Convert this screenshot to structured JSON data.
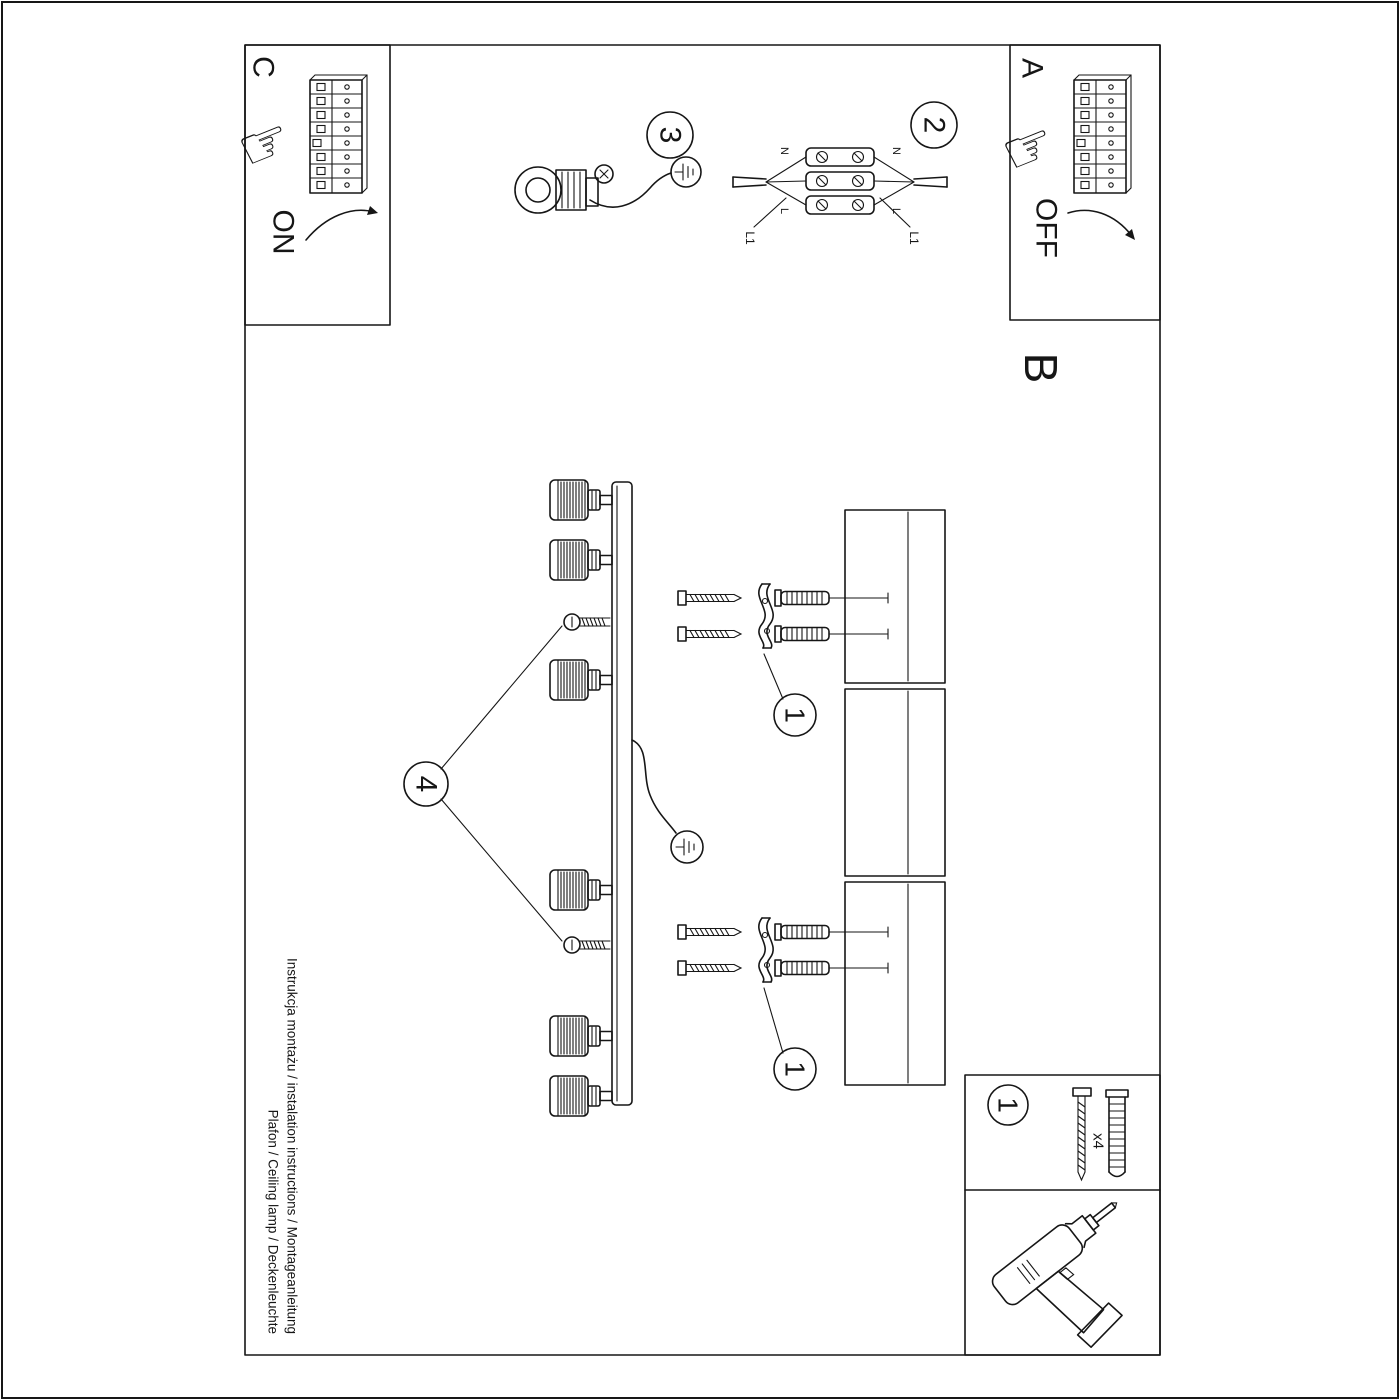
{
  "steps": {
    "c_label": "C",
    "c_action": "ON",
    "a_label": "A",
    "a_action": "OFF",
    "b_label": "B"
  },
  "callouts": {
    "one": "1",
    "two": "2",
    "three": "3",
    "four": "4"
  },
  "wiring": {
    "neutral": "N",
    "line": "L",
    "switched": "L1"
  },
  "parts": {
    "quantity": "x4"
  },
  "footer": {
    "line1": "Instrukcja montażu / instalation instructions / Montageanleitung",
    "line2": "Plafon / Ceiling lamp / Deckenleuchte"
  }
}
